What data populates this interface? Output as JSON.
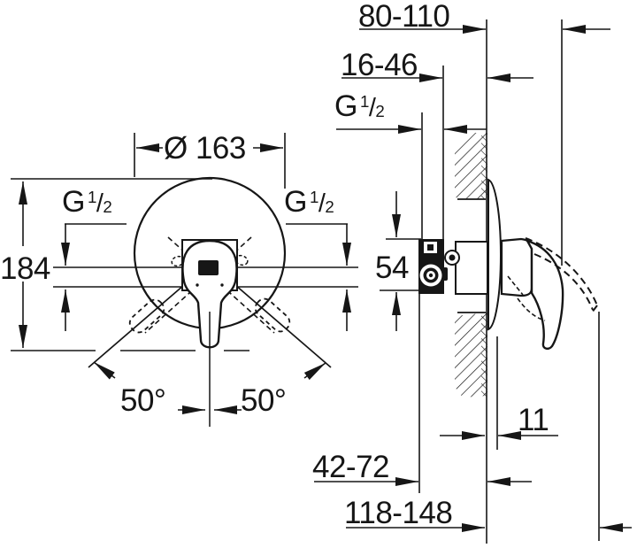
{
  "colors": {
    "ink": "#161616",
    "background": "#ffffff"
  },
  "front_view": {
    "diameter_label": "Ø 163",
    "height_label": "184",
    "angle_left_label": "50°",
    "angle_right_label": "50°",
    "thread_label_left": {
      "base": "G",
      "num": "1",
      "slash": "/",
      "den": "2"
    },
    "thread_label_right": {
      "base": "G",
      "num": "1",
      "slash": "/",
      "den": "2"
    }
  },
  "side_view": {
    "handle_projection_label": "80-110",
    "rough_in_depth_label": "16-46",
    "thread_label": {
      "base": "G",
      "num": "1",
      "slash": "/",
      "den": "2"
    },
    "body_height_label": "54",
    "plate_offset_label": "11",
    "min_depth_label": "42-72",
    "max_depth_label": "118-148"
  }
}
